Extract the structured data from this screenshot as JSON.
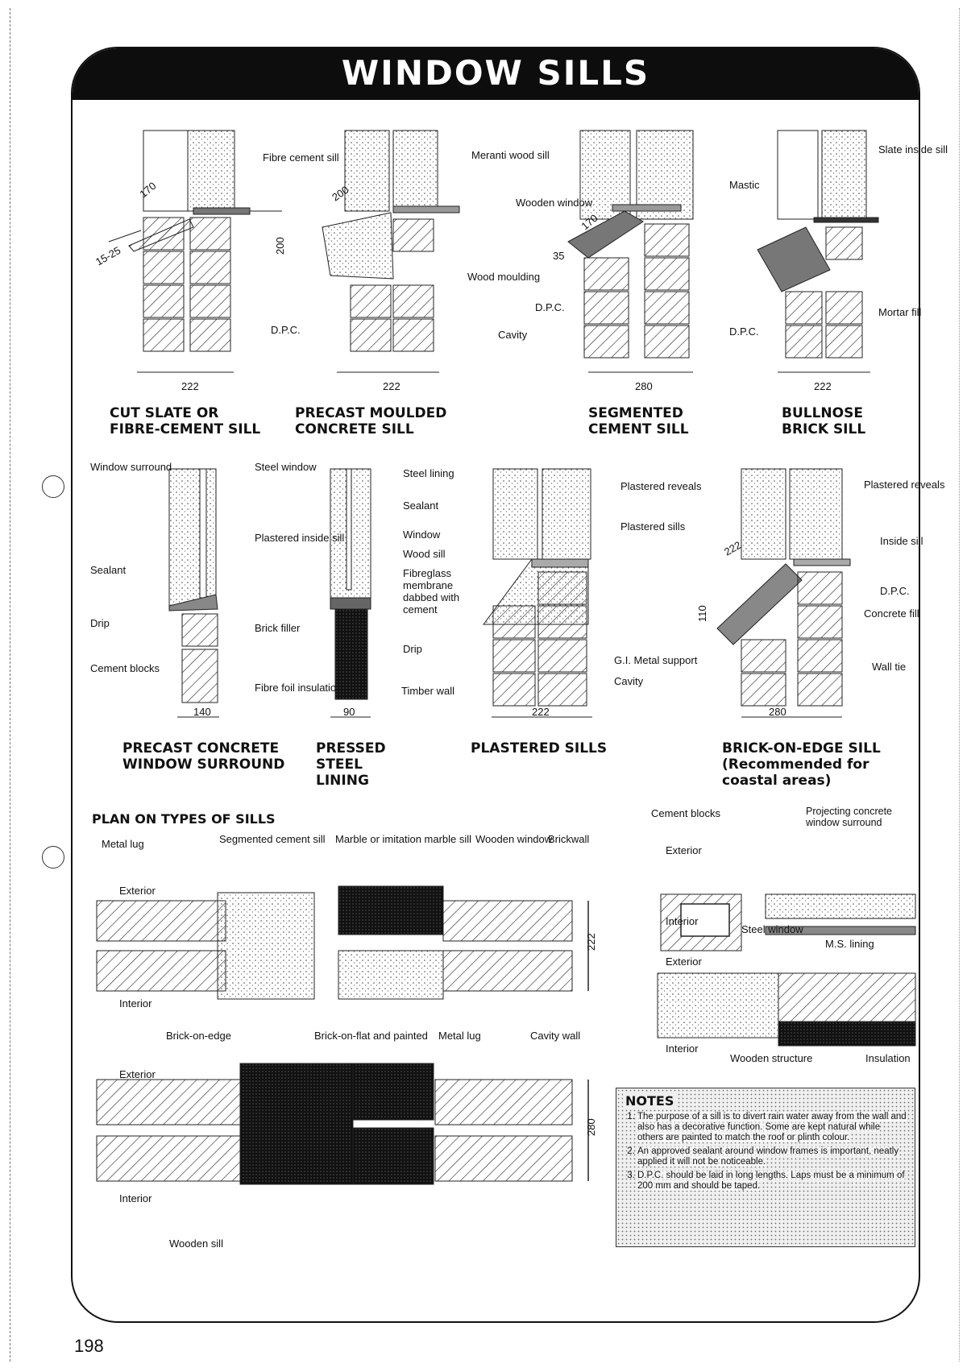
{
  "title": "WINDOW SILLS",
  "page_number": "198",
  "top_row": [
    {
      "caption": [
        "CUT SLATE OR",
        "FIBRE-CEMENT SILL"
      ],
      "width": "222",
      "dims": [
        "170",
        "15-25"
      ],
      "labels": [
        "Fibre cement sill"
      ]
    },
    {
      "caption": [
        "PRECAST MOULDED",
        "CONCRETE SILL"
      ],
      "width": "222",
      "dims": [
        "200",
        "200"
      ],
      "labels": [
        "Meranti wood sill",
        "Wood moulding",
        "D.P.C."
      ]
    },
    {
      "caption": [
        "SEGMENTED",
        "CEMENT SILL"
      ],
      "width": "280",
      "dims": [
        "170",
        "35"
      ],
      "labels": [
        "Wooden window",
        "D.P.C.",
        "Cavity"
      ]
    },
    {
      "caption": [
        "BULLNOSE",
        "BRICK SILL"
      ],
      "width": "222",
      "labels": [
        "Mastic",
        "Slate inside sill",
        "Mortar fill",
        "D.P.C."
      ]
    }
  ],
  "middle_row": [
    {
      "caption": [
        "PRECAST CONCRETE",
        "WINDOW SURROUND"
      ],
      "width": "140",
      "labels": [
        "Window surround",
        "Steel window",
        "Plastered inside sill",
        "Sealant",
        "Drip",
        "Brick filler",
        "Cement blocks",
        "Fibre foil insulation"
      ]
    },
    {
      "caption": [
        "PRESSED",
        "STEEL",
        "LINING"
      ],
      "width": "90",
      "labels": [
        "Steel lining",
        "Sealant",
        "Window",
        "Wood sill",
        "Fibreglass membrane dabbed with cement",
        "Drip",
        "Timber wall"
      ]
    },
    {
      "caption": [
        "PLASTERED SILLS"
      ],
      "width": "222",
      "labels": [
        "Plastered reveals",
        "Plastered sills"
      ]
    },
    {
      "caption": [
        "BRICK-ON-EDGE SILL",
        "(Recommended for",
        "coastal areas)"
      ],
      "width": "280",
      "dims": [
        "222",
        "110"
      ],
      "labels": [
        "Plastered reveals",
        "Inside sill",
        "D.P.C.",
        "Concrete fill",
        "G.I. Metal support",
        "Wall tie",
        "Cavity"
      ]
    }
  ],
  "plan": {
    "heading": "PLAN ON TYPES OF SILLS",
    "upper_labels": [
      "Metal lug",
      "Segmented cement sill",
      "Marble or imitation marble sill",
      "Wooden window",
      "Brickwall",
      "Exterior",
      "Interior"
    ],
    "upper_dim": "222",
    "lower_labels": [
      "Brick-on-edge",
      "Brick-on-flat and painted",
      "Metal lug",
      "Cavity wall",
      "Exterior",
      "Interior",
      "Wooden sill"
    ],
    "lower_dim": "280"
  },
  "right_details": {
    "upper_labels": [
      "Cement blocks",
      "Projecting concrete window surround",
      "Exterior",
      "Interior",
      "Steel window"
    ],
    "lower_labels": [
      "M.S. lining",
      "Exterior",
      "Interior",
      "Wooden structure",
      "Insulation"
    ]
  },
  "notes": {
    "heading": "NOTES",
    "items": [
      "The purpose of a sill is to divert rain water away from the wall and also has a decorative function. Some are kept natural while others are painted to match the roof or plinth colour.",
      "An approved sealant around window frames is important, neatly applied it will not be noticeable.",
      "D.P.C. should be laid in long lengths. Laps must be a minimum of 200 mm and should be taped."
    ]
  }
}
